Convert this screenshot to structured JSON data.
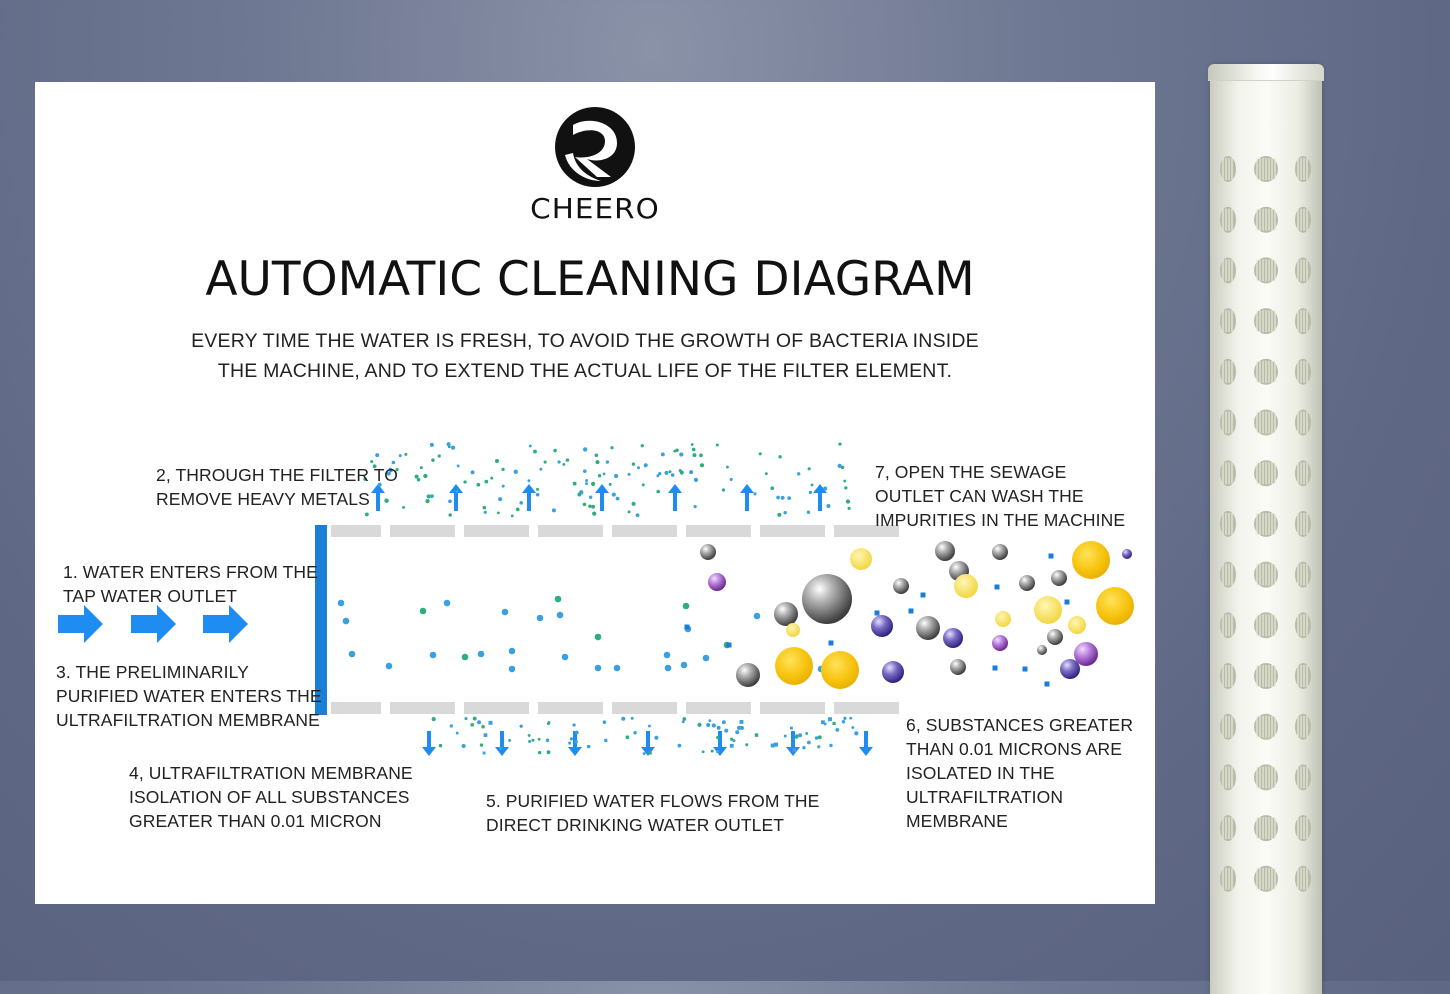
{
  "brand": {
    "name": "CHEERO"
  },
  "title": "AUTOMATIC CLEANING DIAGRAM",
  "subtitle": {
    "line1": "EVERY TIME THE WATER IS FRESH, TO AVOID THE GROWTH OF BACTERIA INSIDE",
    "line2": "THE MACHINE, AND TO EXTEND THE ACTUAL LIFE OF THE FILTER ELEMENT."
  },
  "steps": {
    "s1": "1. WATER ENTERS FROM THE\nTAP WATER OUTLET",
    "s2": "2, THROUGH THE FILTER TO\nREMOVE HEAVY METALS",
    "s3": "3. THE PRELIMINARILY\nPURIFIED WATER ENTERS THE\nULTRAFILTRATION MEMBRANE",
    "s4": "4, ULTRAFILTRATION MEMBRANE\nISOLATION OF ALL SUBSTANCES\nGREATER THAN 0.01 MICRON",
    "s5": "5. PURIFIED WATER FLOWS FROM THE\nDIRECT DRINKING WATER OUTLET",
    "s6": "6, SUBSTANCES GREATER\nTHAN 0.01 MICRONS ARE\nISOLATED IN THE\nULTRAFILTRATION\nMEMBRANE",
    "s7": "7, OPEN THE SEWAGE\nOUTLET CAN WASH THE\nIMPURITIES IN THE MACHINE"
  },
  "colors": {
    "arrow": "#1e8cf0",
    "inlet_wall": "#1c7fd6",
    "membrane": "#d8d8d8",
    "particle_blue": "#3aa0e0",
    "particle_green": "#2eae7a",
    "ball_gray": "#8a8a8a",
    "ball_yellow": "#f5c21a",
    "ball_purple": "#6a5bb0",
    "ball_magenta": "#b06ad0"
  }
}
